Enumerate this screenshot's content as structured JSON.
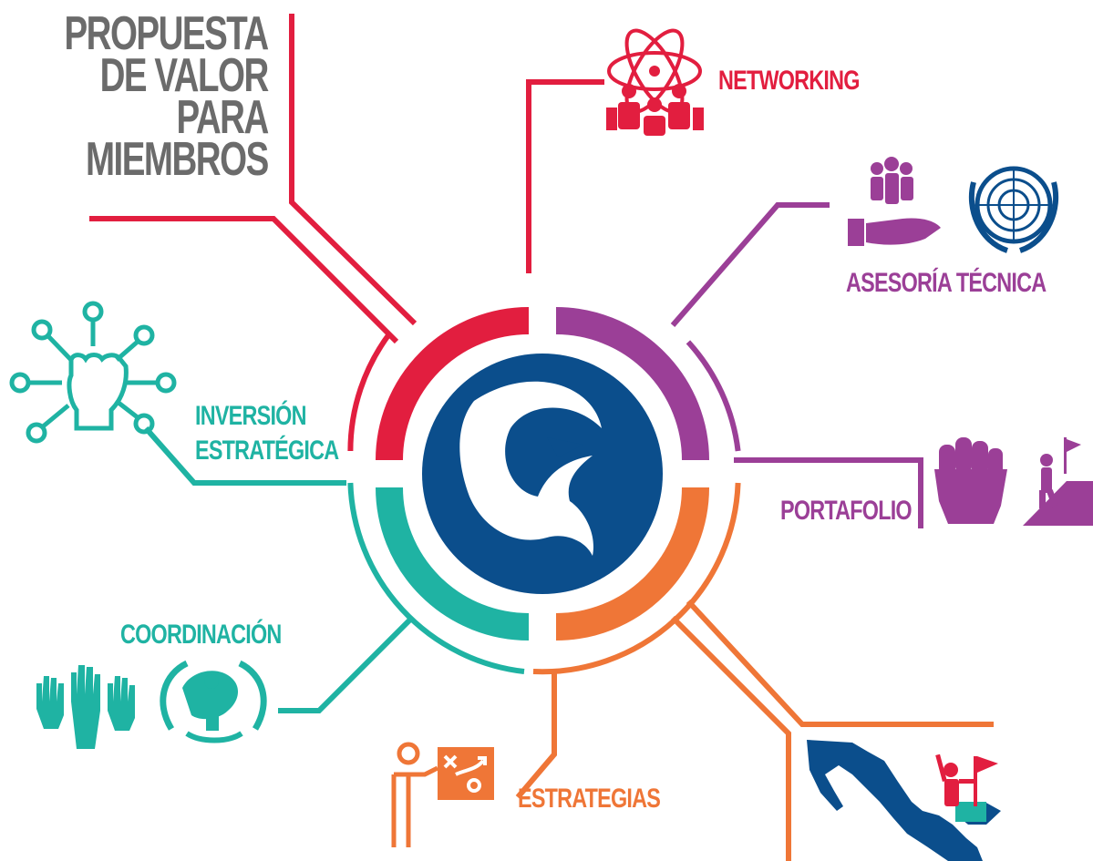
{
  "title_lines": [
    "PROPUESTA",
    "DE VALOR",
    "PARA",
    "MIEMBROS"
  ],
  "colors": {
    "red": "#e21e3f",
    "purple": "#9b3f97",
    "teal": "#1fb3a3",
    "orange": "#ef7637",
    "navy": "#0b4e8c",
    "gray": "#6b6b6b"
  },
  "labels": {
    "networking": "NETWORKING",
    "asesoria": "ASESORÍA TÉCNICA",
    "portafolio": "PORTAFOLIO",
    "inversion_line1": "INVERSIÓN",
    "inversion_line2": "ESTRATÉGICA",
    "coordinacion": "COORDINACIÓN",
    "estrategias": "ESTRATEGIAS"
  },
  "icons": [
    "atom-people-icon",
    "hand-people-icon",
    "un-emblem-icon",
    "raised-fist-icon",
    "mountain-flag-icon",
    "network-fist-icon",
    "raised-hands-icon",
    "mexico-seal-icon",
    "strategy-board-icon",
    "mexico-map-icon",
    "flag-climber-icon",
    "phoenix-logo-icon"
  ]
}
